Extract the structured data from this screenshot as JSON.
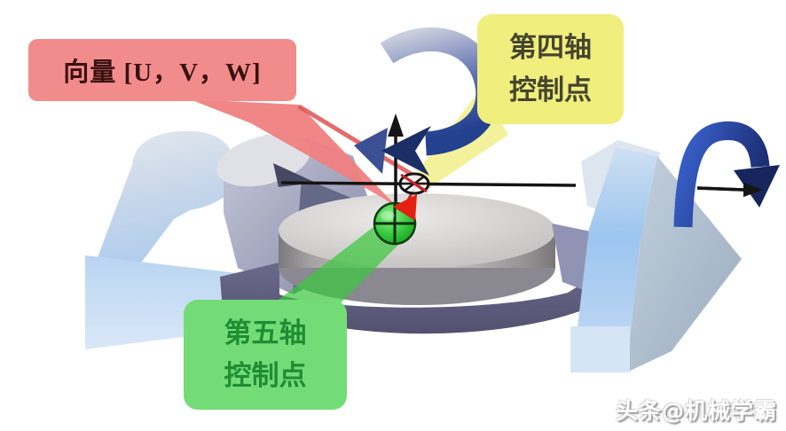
{
  "callouts": {
    "vector": {
      "label": "向量 [U，V，W]",
      "bg": "#F28C8C",
      "text_color": "#3A1111"
    },
    "fourth_axis": {
      "line1": "第四轴",
      "line2": "控制点",
      "bg": "#F0EE7D",
      "text_color": "#45452F"
    },
    "fifth_axis": {
      "line1": "第五轴",
      "line2": "控制点",
      "bg": "#74DC76",
      "text_color": "#1E8D33"
    }
  },
  "watermark": {
    "text": "头条@机械学霸"
  },
  "markers": {
    "fourth_axis_marker": "crossed-circle-icon",
    "fifth_axis_marker": "green-sphere-icon"
  },
  "colors": {
    "axis_black": "#141414",
    "rotation_arrow_blue": "#24418F",
    "rotation_arrowhead_navy": "#1C2E66",
    "sphere_green": "#22B22A",
    "beam_red": "#EF8080",
    "beam_green": "#3CC83F",
    "beam_yellow": "#F1EE85",
    "machine_light_blue": "#A9CBEE",
    "machine_gray": "#C9C7C6",
    "machine_lavender": "#9A9CBE",
    "cradle_slate": "#5E5C7E"
  }
}
